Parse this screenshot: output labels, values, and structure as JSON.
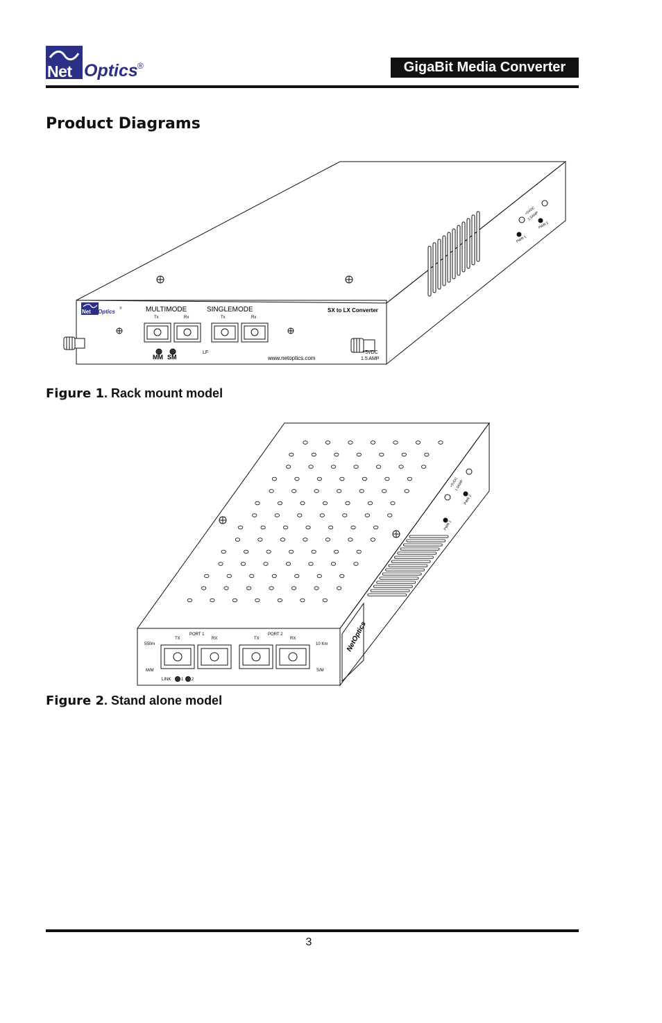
{
  "header": {
    "logo_net": "Net",
    "logo_optics": "Optics",
    "logo_reg": "®",
    "title": "GigaBit Media Converter"
  },
  "page_title": "Product Diagrams",
  "figure1": {
    "caption_label": "Figure 1",
    "caption_text": ". Rack mount model",
    "panel": {
      "logo_net": "Net",
      "logo_optics": "Optics",
      "reg": "®",
      "multimode": "MULTIMODE",
      "singlemode": "SINGLEMODE",
      "port_labels": [
        "Tx",
        "Rx",
        "Tx",
        "Rx"
      ],
      "model": "SX to LX Converter",
      "led_labels": [
        "MM",
        "SM"
      ],
      "lf": "LF",
      "url": "www.netoptics.com",
      "power_label": [
        "+5VDC",
        "1.5 AMP"
      ],
      "rear_power": [
        "+5VDC",
        "1.5AMP"
      ],
      "rear_pwr": [
        "PWR 1",
        "PWR 2"
      ]
    }
  },
  "figure2": {
    "caption_label": "Figure 2",
    "caption_text": ". Stand alone model",
    "panel": {
      "port1": "PORT 1",
      "port2": "PORT 2",
      "tx": "TX",
      "rx": "RX",
      "left_top": "550m",
      "left_bottom": "M/M",
      "right_top": "10 Km",
      "right_bottom": "S/M",
      "link": "LINK",
      "link_leds": [
        "1",
        "2"
      ],
      "side_logo": "NetOptics",
      "rear_power": [
        "+5VDC",
        "1.5AMP"
      ],
      "rear_pwr": [
        "PWR 1",
        "PWR 2"
      ]
    }
  },
  "page_number": "3"
}
